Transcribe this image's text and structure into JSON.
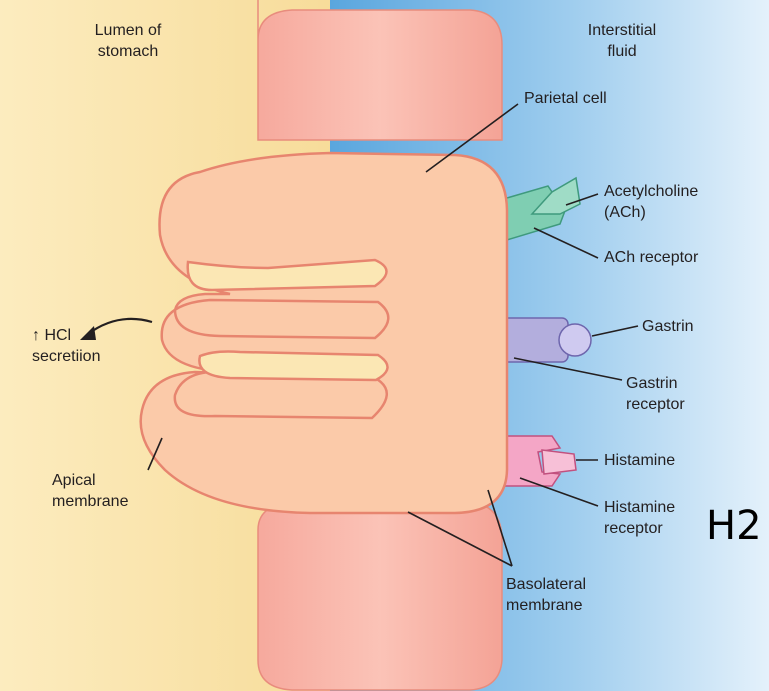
{
  "labels": {
    "lumen": [
      "Lumen of",
      "stomach"
    ],
    "interstitial": [
      "Interstitial",
      "fluid"
    ],
    "parietal_cell": "Parietal cell",
    "acetylcholine": [
      "Acetylcholine",
      "(ACh)"
    ],
    "ach_receptor": "ACh receptor",
    "gastrin": "Gastrin",
    "gastrin_receptor": [
      "Gastrin",
      "receptor"
    ],
    "histamine": "Histamine",
    "histamine_receptor": [
      "Histamine",
      "receptor"
    ],
    "h2_tag": "H2",
    "hcl_secretion": [
      "↑ HCl",
      "secretiion"
    ],
    "apical_membrane": [
      "Apical",
      "membrane"
    ],
    "basolateral_membrane": [
      "Basolateral",
      "membrane"
    ]
  },
  "colors": {
    "lumen": "#fbe7b4",
    "interstitial": "#5fa9df",
    "cell_fill": "#fbc8a6",
    "cell_edge": "#e7856f",
    "neighbor_cell": "#f7b3a6",
    "ach_receptor": "#7fceb2",
    "gastrin_receptor": "#b3aedd",
    "histamine_receptor": "#f4a6c6"
  },
  "icons": {
    "hcl_arrow": "curved-arrow-left-icon"
  }
}
